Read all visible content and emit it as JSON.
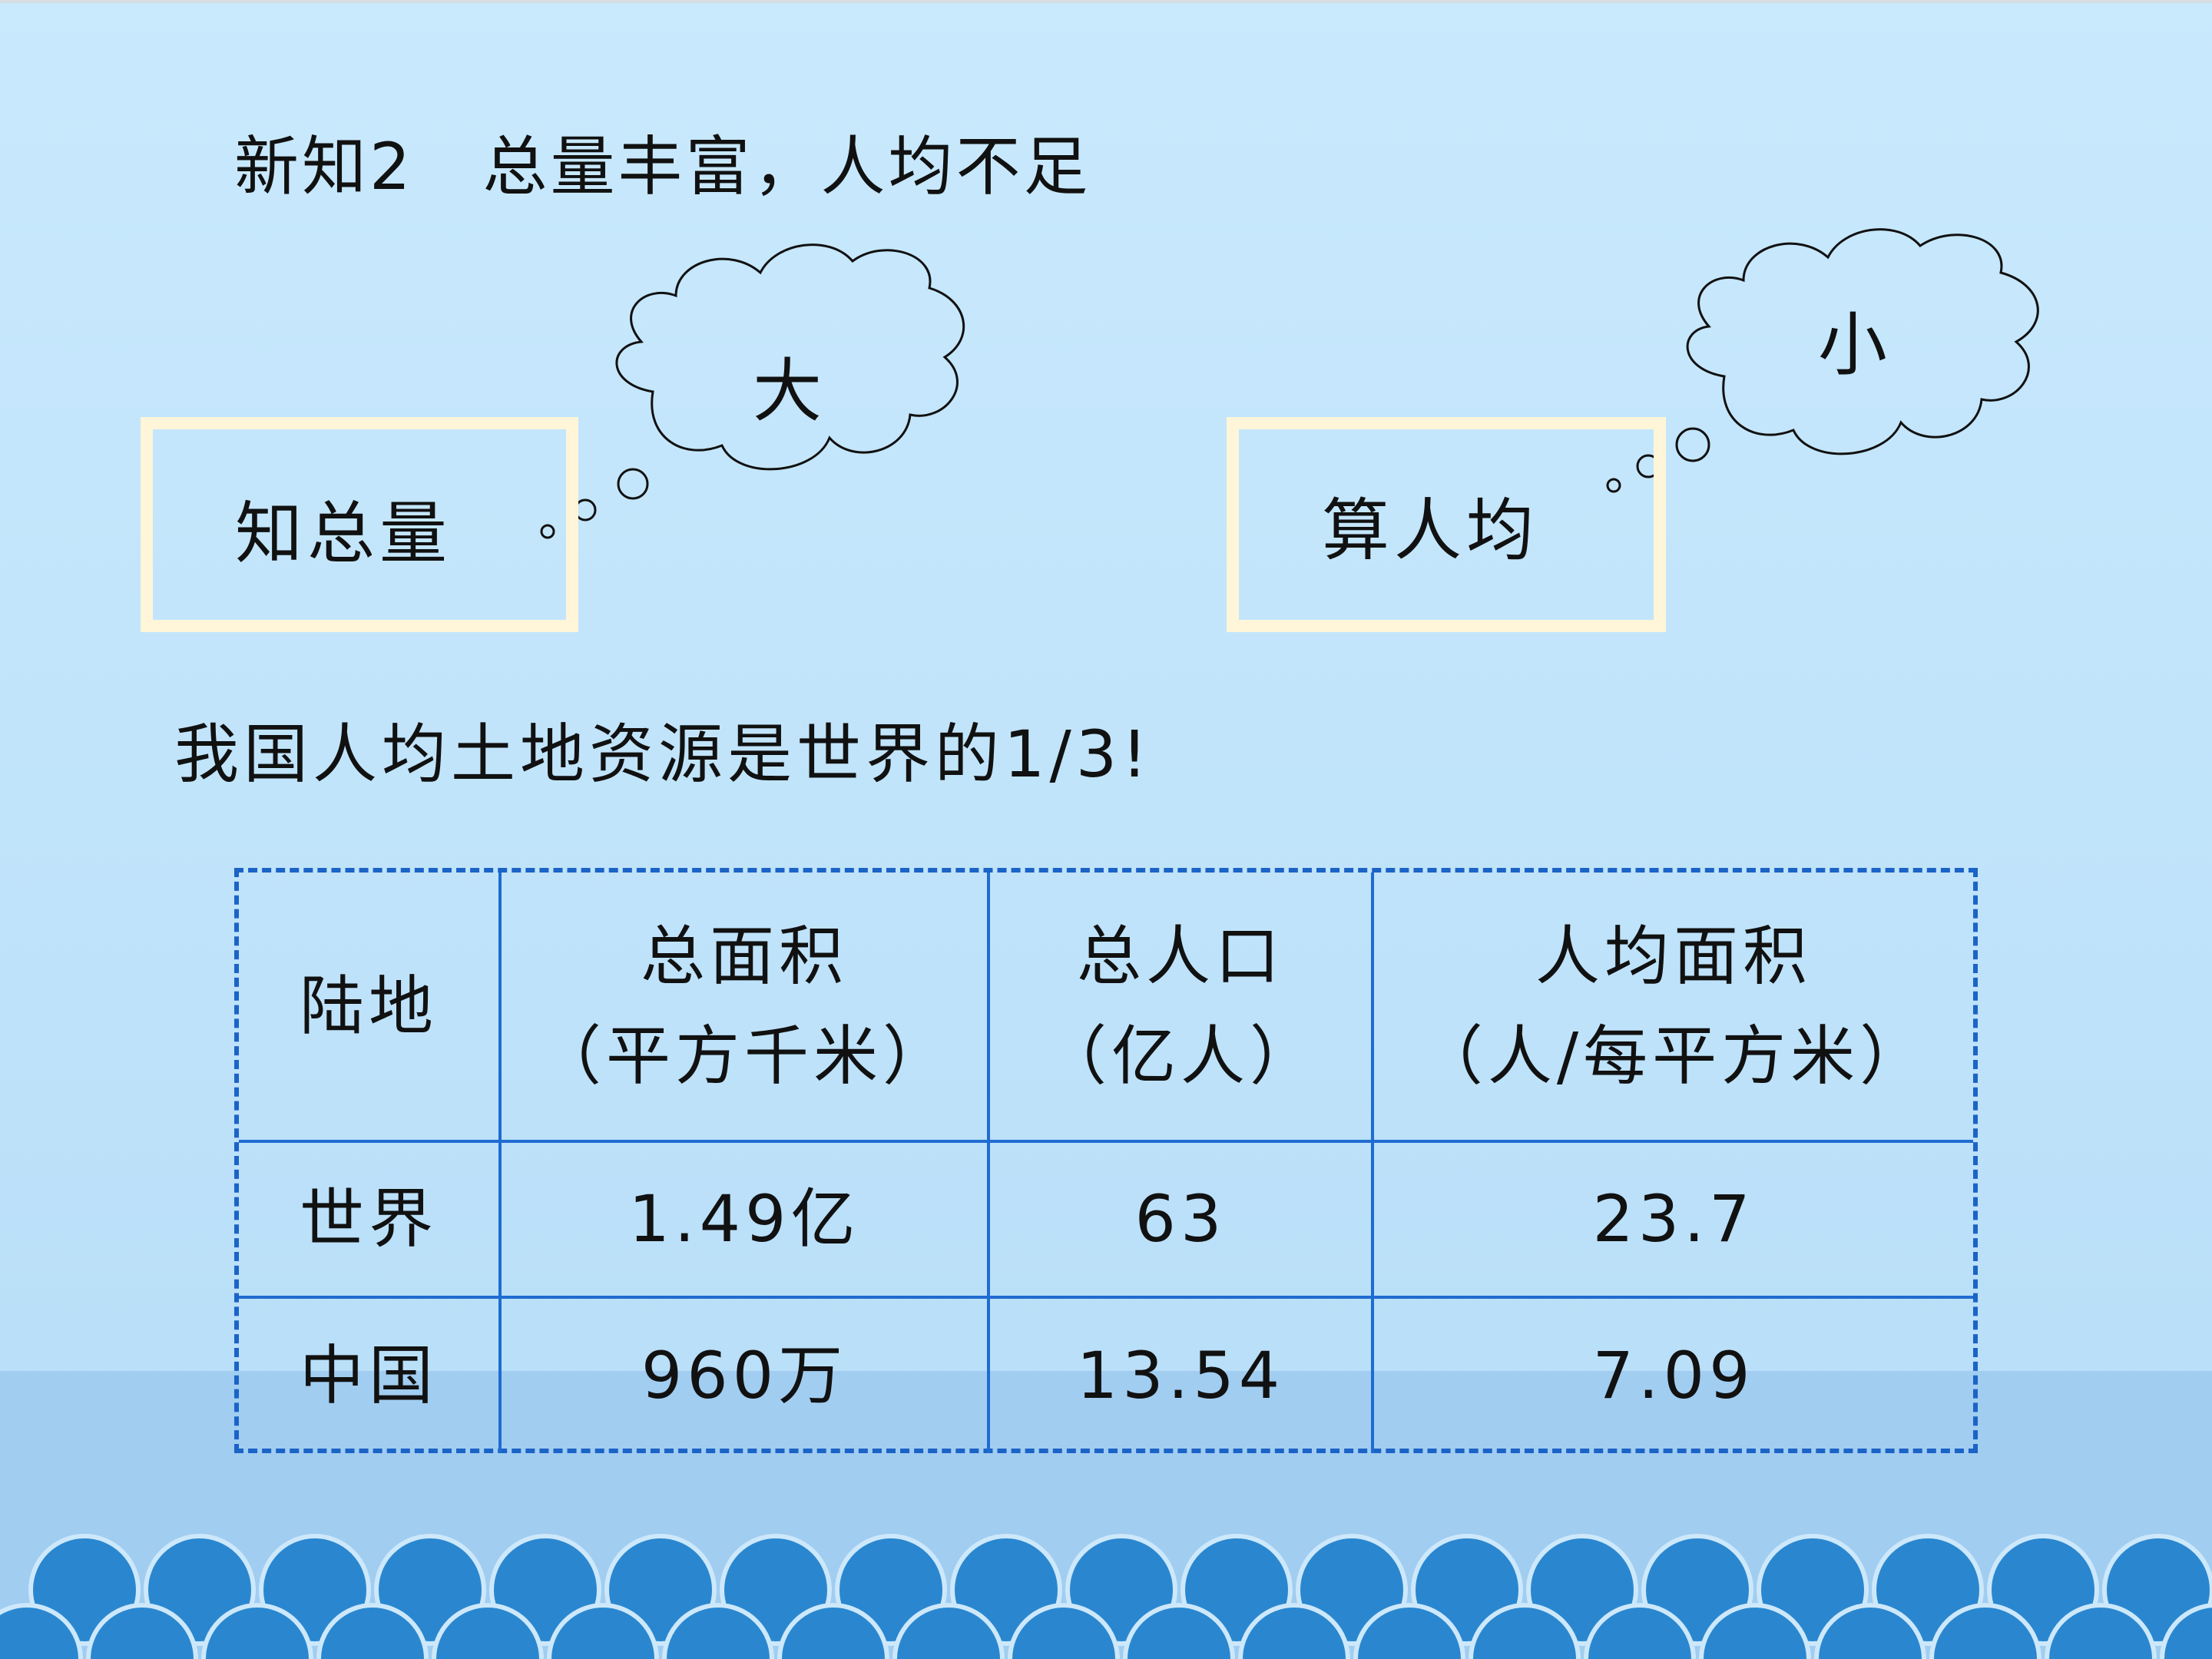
{
  "title": {
    "label": "新知2",
    "text": "总量丰富，人均不足"
  },
  "concepts": {
    "left": {
      "box_text": "知总量",
      "cloud_text": "大"
    },
    "right": {
      "box_text": "算人均",
      "cloud_text": "小"
    }
  },
  "fact": "我国人均土地资源是世界的1/3!",
  "table": {
    "headers": {
      "land": "陆地",
      "area_line1": "总面积",
      "area_line2": "（平方千米）",
      "pop_line1": "总人口",
      "pop_line2": "（亿人）",
      "per_line1": "人均面积",
      "per_line2": "（人/每平方米）"
    },
    "rows": [
      {
        "land": "世界",
        "area": "1.49亿",
        "population": "63",
        "per_capita": "23.7"
      },
      {
        "land": "中国",
        "area": "960万",
        "population": "13.54",
        "per_capita": "7.09"
      }
    ]
  },
  "colors": {
    "background": "#c9e9fd",
    "box_border": "#fff5d8",
    "table_border": "#1f6cd1",
    "wave": "#2a87cf",
    "water": "#a1cdf0"
  }
}
